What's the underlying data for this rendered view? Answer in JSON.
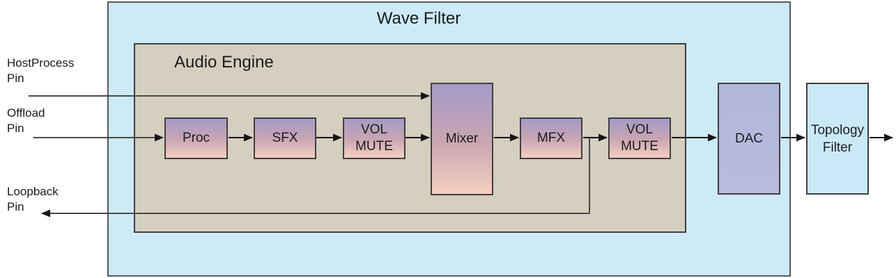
{
  "titles": {
    "outer": "Wave Filter",
    "inner": "Audio Engine"
  },
  "pins": {
    "host_process": {
      "line1": "HostProcess",
      "line2": "Pin"
    },
    "offload": {
      "line1": "Offload",
      "line2": "Pin"
    },
    "loopback": {
      "line1": "Loopback",
      "line2": "Pin"
    }
  },
  "blocks": {
    "proc": {
      "label": "Proc"
    },
    "sfx": {
      "label": "SFX"
    },
    "vol_mute_1": {
      "line1": "VOL",
      "line2": "MUTE"
    },
    "mixer": {
      "label": "Mixer"
    },
    "mfx": {
      "label": "MFX"
    },
    "vol_mute_2": {
      "line1": "VOL",
      "line2": "MUTE"
    },
    "dac": {
      "label": "DAC"
    },
    "topology_filter": {
      "line1": "Topology",
      "line2": "Filter"
    }
  },
  "colors": {
    "wave_filter_fill": "#cdeaf7",
    "audio_engine_fill": "#d5cfc0",
    "block_gradient_top": "#a39bc8",
    "block_gradient_bottom": "#f5cfc1",
    "dac_fill": "#b4badd",
    "topology_fill": "#c9e9f7",
    "border": "#3f3f3f",
    "pin_line": "#4a4a4a",
    "arrow": "#141414"
  }
}
